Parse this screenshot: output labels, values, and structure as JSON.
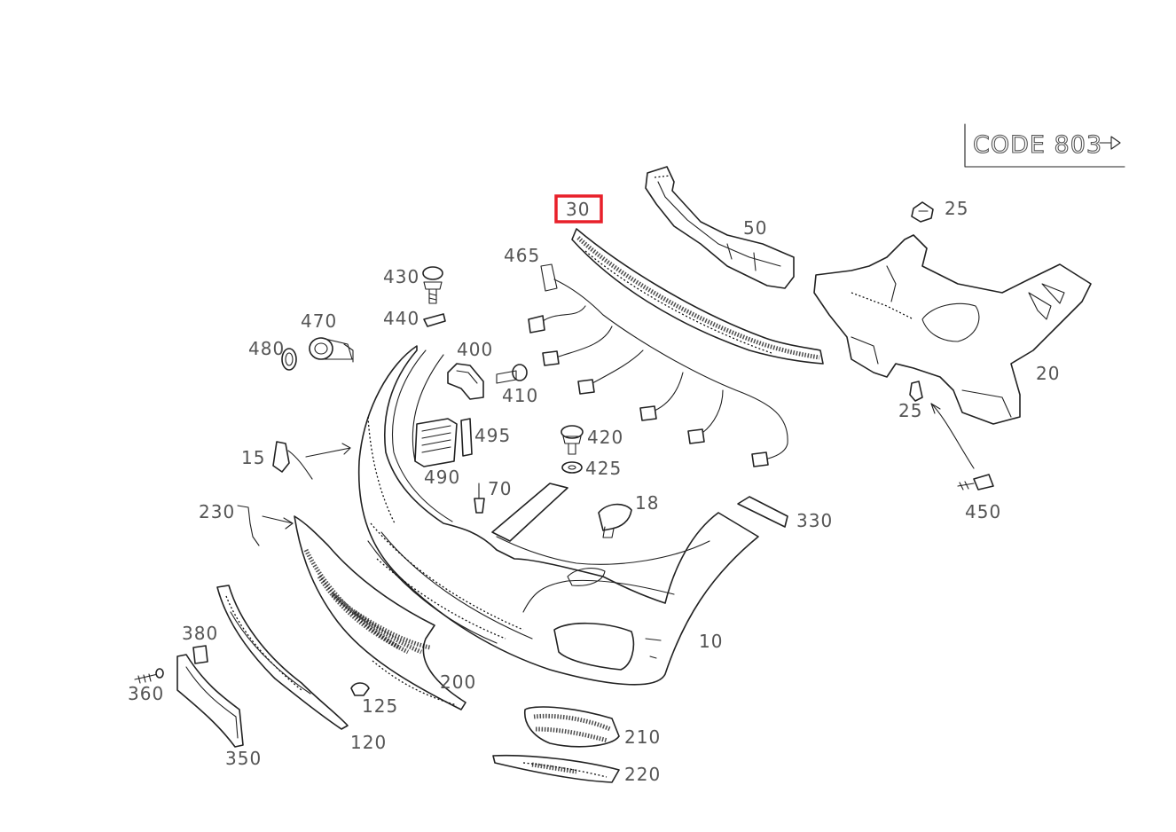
{
  "code_box": {
    "text": "CODE 803"
  },
  "highlighted_part": "30",
  "parts": [
    {
      "id": "p10",
      "label": "10"
    },
    {
      "id": "p15",
      "label": "15"
    },
    {
      "id": "p18",
      "label": "18"
    },
    {
      "id": "p20",
      "label": "20"
    },
    {
      "id": "p25a",
      "label": "25"
    },
    {
      "id": "p25b",
      "label": "25"
    },
    {
      "id": "p30",
      "label": "30"
    },
    {
      "id": "p50",
      "label": "50"
    },
    {
      "id": "p70",
      "label": "70"
    },
    {
      "id": "p120",
      "label": "120"
    },
    {
      "id": "p125",
      "label": "125"
    },
    {
      "id": "p200",
      "label": "200"
    },
    {
      "id": "p210",
      "label": "210"
    },
    {
      "id": "p220",
      "label": "220"
    },
    {
      "id": "p230",
      "label": "230"
    },
    {
      "id": "p330",
      "label": "330"
    },
    {
      "id": "p350",
      "label": "350"
    },
    {
      "id": "p360",
      "label": "360"
    },
    {
      "id": "p380",
      "label": "380"
    },
    {
      "id": "p400",
      "label": "400"
    },
    {
      "id": "p410",
      "label": "410"
    },
    {
      "id": "p420",
      "label": "420"
    },
    {
      "id": "p425",
      "label": "425"
    },
    {
      "id": "p430",
      "label": "430"
    },
    {
      "id": "p440",
      "label": "440"
    },
    {
      "id": "p450",
      "label": "450"
    },
    {
      "id": "p465",
      "label": "465"
    },
    {
      "id": "p470",
      "label": "470"
    },
    {
      "id": "p480",
      "label": "480"
    },
    {
      "id": "p490",
      "label": "490"
    },
    {
      "id": "p495",
      "label": "495"
    }
  ],
  "colors": {
    "highlight": "#e8202a",
    "line": "#222222",
    "label": "#555555"
  }
}
